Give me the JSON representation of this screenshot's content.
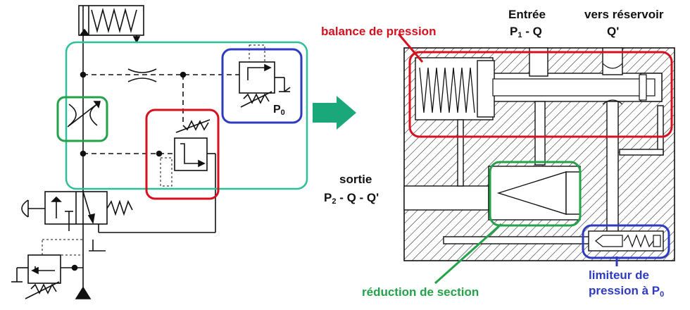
{
  "labels": {
    "entree": "Entrée",
    "vers_reservoir": "vers réservoir",
    "p1": "P",
    "p1_sub": "1",
    "p1_rest": " -  Q",
    "q_prime": "Q'",
    "balance": "balance de pression",
    "sortie": "sortie",
    "p2": "P",
    "p2_sub": "2",
    "p2_rest": "  -  Q - Q'",
    "reduction": "réduction de section",
    "limiteur_line1": "limiteur de",
    "limiteur_line2": "pression à P",
    "limiteur_sub": "0",
    "p0": "P",
    "p0_sub": "0"
  },
  "colors": {
    "red": "#d6101e",
    "green": "#23a24a",
    "blue": "#2e3bbf",
    "teal": "#2bbf9a",
    "arrow": "#1aa87a"
  }
}
